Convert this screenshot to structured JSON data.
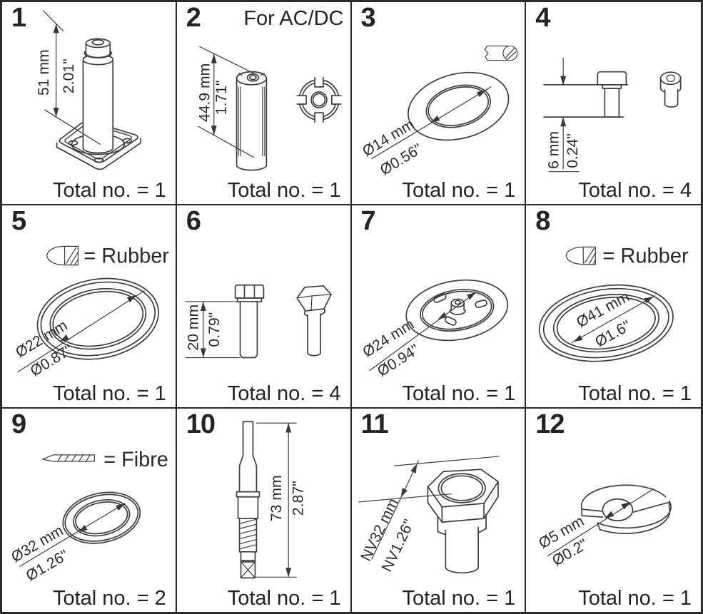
{
  "colors": {
    "ink": "#2d2b2a",
    "line": "#403e3d",
    "background": "#ffffff"
  },
  "cells": [
    {
      "number": "1",
      "dim1": "51 mm",
      "dim2": "2.01\"",
      "total": "Total no. = 1"
    },
    {
      "number": "2",
      "note": "For AC/DC",
      "dim1": "44.9 mm",
      "dim2": "1.71\"",
      "total": "Total no. = 1"
    },
    {
      "number": "3",
      "dim1": "Ø14 mm",
      "dim2": "Ø0.56\"",
      "total": "Total no. = 1"
    },
    {
      "number": "4",
      "dim1": "6 mm",
      "dim2": "0.24\"",
      "total": "Total no. = 4"
    },
    {
      "number": "5",
      "legend": "= Rubber",
      "dim1": "Ø22 mm",
      "dim2": "Ø0.87\"",
      "total": "Total no. = 1"
    },
    {
      "number": "6",
      "dim1": "20 mm",
      "dim2": "0.79\"",
      "total": "Total no. = 4"
    },
    {
      "number": "7",
      "dim1": "Ø24 mm",
      "dim2": "Ø0.94\"",
      "total": "Total no. = 1"
    },
    {
      "number": "8",
      "legend": "= Rubber",
      "dim1": "Ø41 mm",
      "dim2": "Ø1.6\"",
      "total": "Total no. = 1"
    },
    {
      "number": "9",
      "legend": "= Fibre",
      "dim1": "Ø32 mm",
      "dim2": "Ø1.26\"",
      "total": "Total no. = 2"
    },
    {
      "number": "10",
      "dim1": "73 mm",
      "dim2": "2.87\"",
      "total": "Total no. = 1"
    },
    {
      "number": "11",
      "dim1": "NV32 mm",
      "dim2": "NV1.26\"",
      "total": "Total no. = 1"
    },
    {
      "number": "12",
      "dim1": "Ø5 mm",
      "dim2": "Ø0.2\"",
      "total": "Total no. = 1"
    }
  ]
}
